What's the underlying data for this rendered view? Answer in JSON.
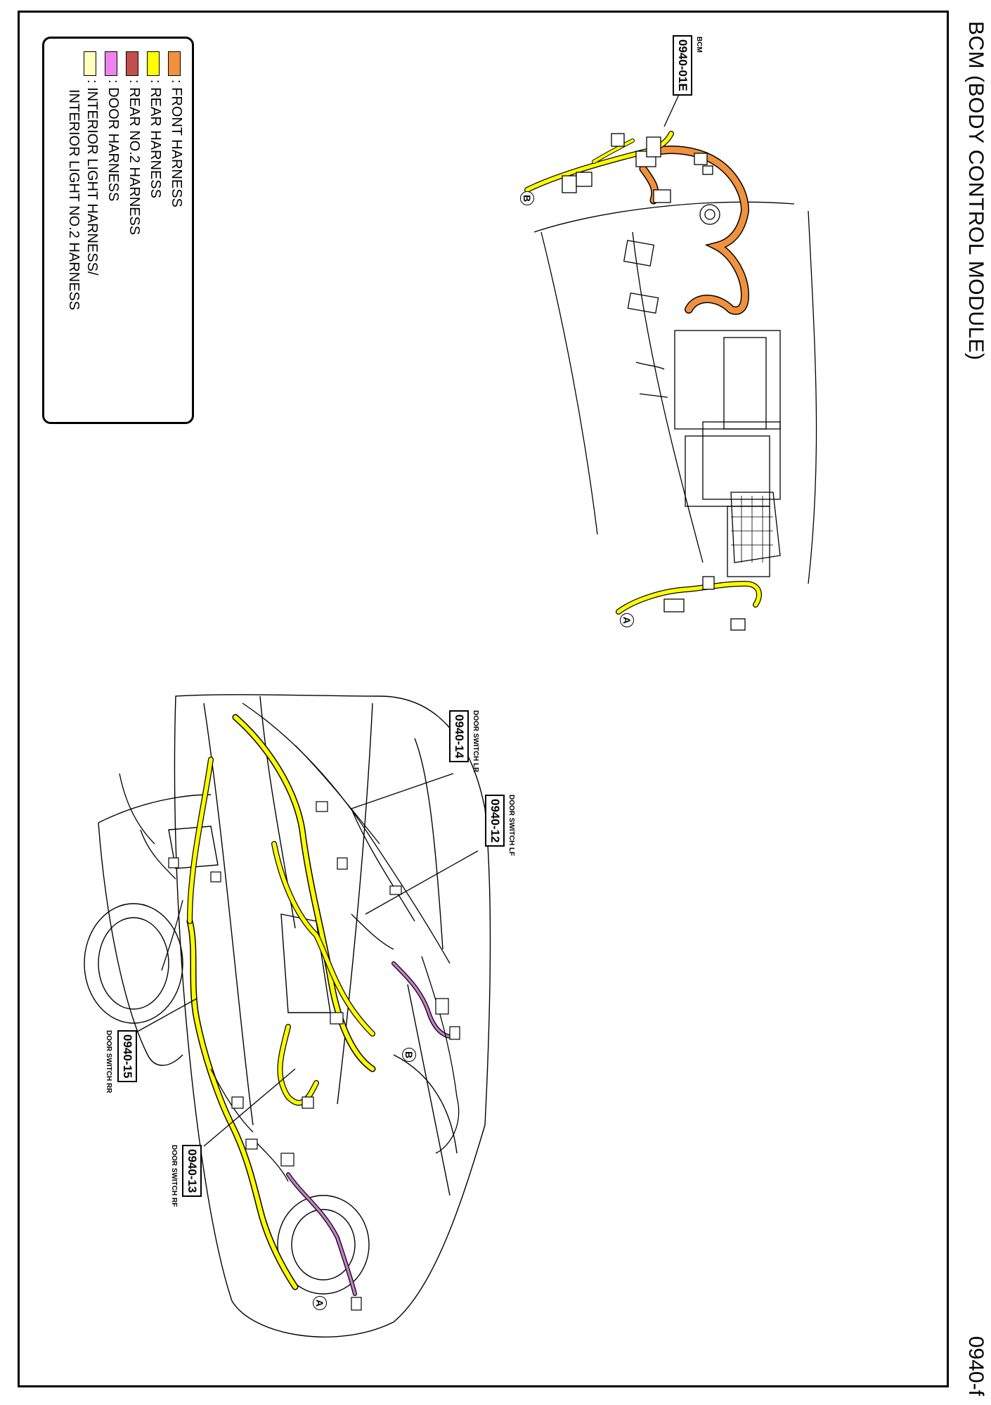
{
  "page": {
    "title": "BCM (BODY CONTROL MODULE)",
    "page_number": "0940-f"
  },
  "legend": {
    "items": [
      {
        "label": ": FRONT HARNESS",
        "color": "#f2913d"
      },
      {
        "label": ": REAR HARNESS",
        "color": "#ffff00"
      },
      {
        "label": ": REAR NO.2 HARNESS",
        "color": "#c0504d"
      },
      {
        "label": ": DOOR HARNESS",
        "color": "#ee82ee"
      },
      {
        "label": ": INTERIOR LIGHT HARNESS/",
        "color": "#ffffc0"
      }
    ],
    "continuation": "INTERIOR LIGHT NO.2 HARNESS"
  },
  "connectors": {
    "bcm": {
      "code": "0940-01E",
      "desc": "BCM"
    },
    "door_switch_lr": {
      "code": "0940-14",
      "desc": "DOOR SWITCH LR"
    },
    "door_switch_lf": {
      "code": "0940-12",
      "desc": "DOOR SWITCH LF"
    },
    "door_switch_rr": {
      "code": "0940-15",
      "desc": "DOOR SWITCH RR"
    },
    "door_switch_rf": {
      "code": "0940-13",
      "desc": "DOOR SWITCH RF"
    }
  },
  "markers": {
    "a": "A",
    "b": "B"
  },
  "colors": {
    "front_harness": "#f2913d",
    "rear_harness": "#ffff00",
    "door_harness": "#c77dcc",
    "outline": "#000000"
  }
}
